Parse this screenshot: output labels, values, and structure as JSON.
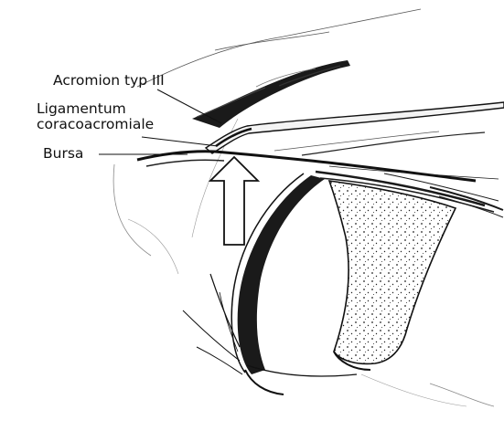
{
  "labels": {
    "acromion": "Acromion typ III",
    "ligament_line1": "Ligamentum",
    "ligament_line2": "coracoacromiale",
    "bursa": "Bursa"
  },
  "colors": {
    "ink": "#111111",
    "background": "#ffffff",
    "arrow_fill": "#ffffff"
  },
  "figure": {
    "subject": "shoulder subacromial space cross-section illustration",
    "arrow_direction": "up"
  }
}
